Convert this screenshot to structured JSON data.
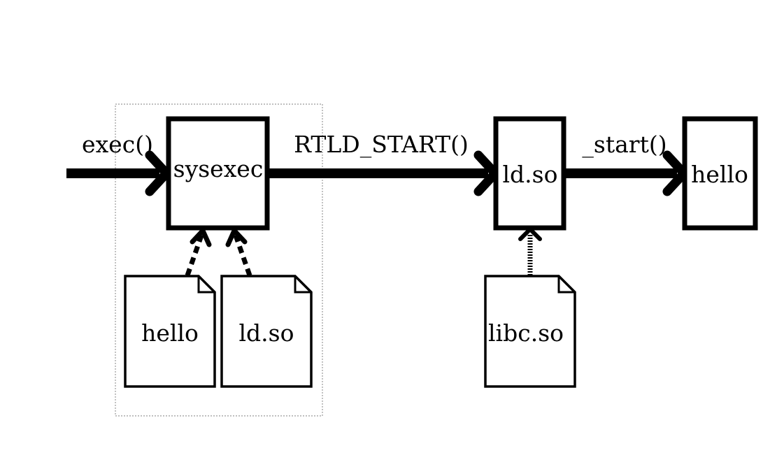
{
  "labels": {
    "exec": "exec()",
    "rtld_start": "RTLD_START()",
    "start": "_start()"
  },
  "boxes": {
    "sysexec": "sysexec",
    "ldso": "ld.so",
    "hello": "hello"
  },
  "files": {
    "hello": "hello",
    "ldso": "ld.so",
    "libc": "libc.so"
  },
  "colors": {
    "ink": "#000000",
    "group_border": "#999999",
    "background": "#ffffff"
  }
}
